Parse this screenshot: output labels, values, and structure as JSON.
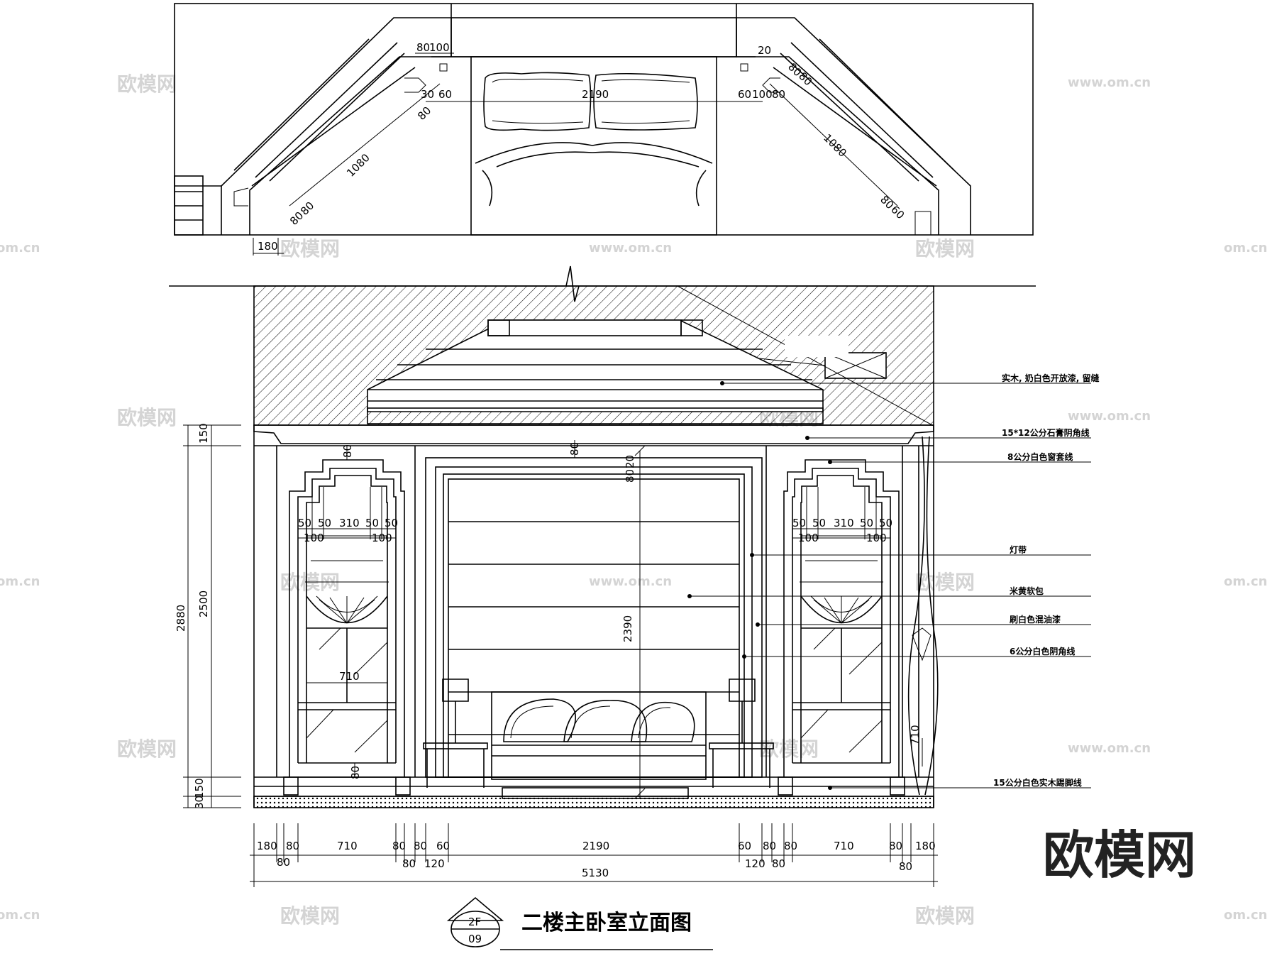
{
  "drawing": {
    "title": "二楼主卧室立面图",
    "sheet_top": "2F",
    "sheet_bottom": "09",
    "brand_logo": "欧模网"
  },
  "watermark": {
    "cn": "欧模网",
    "url": "www.om.cn",
    "url_short": "om.cn"
  },
  "plan_dimensions": {
    "d80": "80",
    "d100": "100",
    "d20": "20",
    "d30": "30",
    "d60": "60",
    "d2190": "2190",
    "d1080": "1080",
    "d180": "180"
  },
  "annotations": [
    {
      "text": "实木, 奶白色开放漆, 留缝"
    },
    {
      "text": "15*12公分石膏阴角线"
    },
    {
      "text": "8公分白色窗套线"
    },
    {
      "text": "灯带"
    },
    {
      "text": "米黄软包"
    },
    {
      "text": "刷白色混油漆"
    },
    {
      "text": "6公分白色阴角线"
    },
    {
      "text": "15公分白色实木踢脚线"
    }
  ],
  "vertical_dimensions": {
    "total": "2880",
    "middle": "2500",
    "top": "150",
    "bottom_a": "150",
    "bottom_b": "30",
    "center_height": "2390",
    "center_top": "80",
    "center_sub": "20",
    "window_top": "80",
    "window_bottom": "80",
    "window_w": "710"
  },
  "window_dimensions": {
    "a": "50",
    "b": "50",
    "c": "310",
    "d": "50",
    "e": "50",
    "f": "100",
    "g": "100"
  },
  "horizontal_dimensions": {
    "row1": [
      "180",
      "80",
      "710",
      "80",
      "80",
      "60",
      "2190",
      "60",
      "80",
      "80",
      "710",
      "80",
      "180"
    ],
    "row1_sub": [
      "80",
      "80",
      "120",
      "120",
      "80",
      "80"
    ],
    "total": "5130"
  }
}
